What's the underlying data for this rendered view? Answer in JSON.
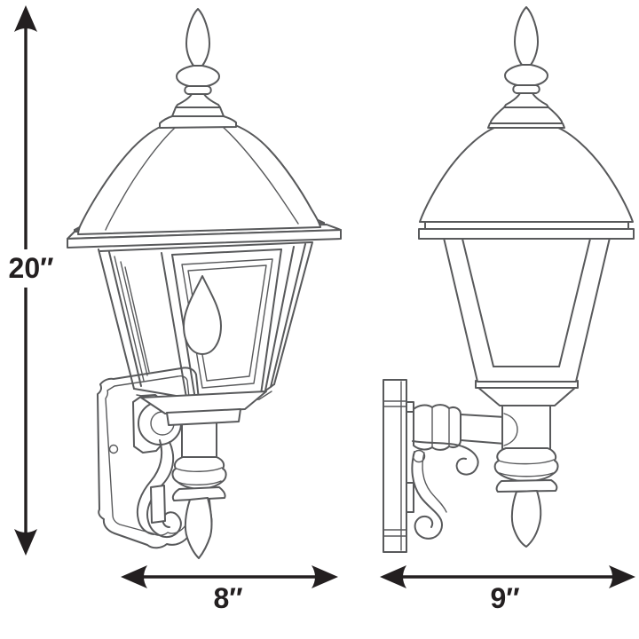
{
  "diagram": {
    "background_color": "#ffffff",
    "artwork_line_color": "#58595b",
    "dimension_color": "#231f20",
    "height_dimension": {
      "label": "20″"
    },
    "views": [
      {
        "name": "front-view-wall-lantern",
        "width_dimension_label": "8″"
      },
      {
        "name": "side-view-wall-lantern",
        "width_dimension_label": "9″"
      }
    ]
  }
}
